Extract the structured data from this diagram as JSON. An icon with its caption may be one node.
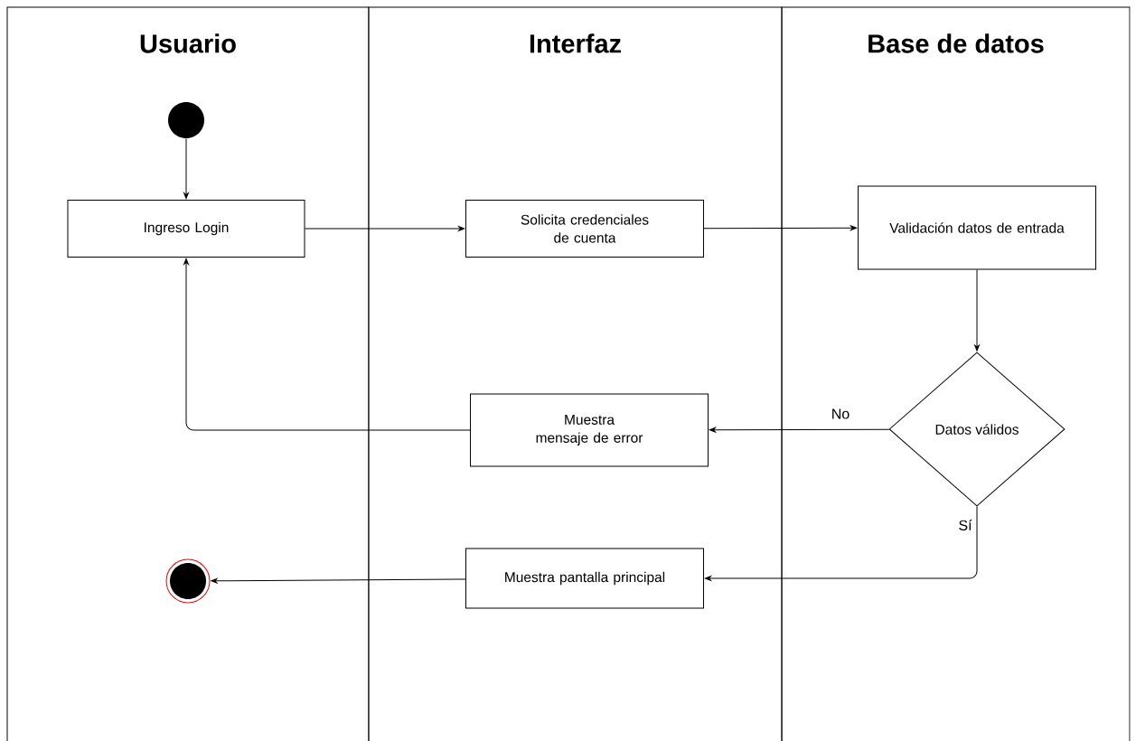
{
  "diagram": {
    "nodes": [
      {
        "text": [
          "Usuario"
        ]
      },
      {
        "text": [
          "Interfaz"
        ]
      },
      {
        "text": [
          "Base de datos"
        ]
      },
      {
        "text": [],
        "shape": "circle",
        "in": 0
      },
      {
        "text": [
          "Ingreso Login"
        ],
        "in": 0
      },
      {
        "text": [
          "Solicita credenciales de cuenta"
        ],
        "in": 1
      },
      {
        "text": [
          "Validación datos de entrada"
        ],
        "in": 2
      },
      {
        "text": [
          "Datos válidos"
        ],
        "in": 2
      },
      {
        "text": [
          "Muestra mensaje de error"
        ],
        "in": 1
      },
      {
        "text": [
          "Muestra pantalla principal"
        ],
        "in": 1
      },
      {
        "text": [],
        "shape": "circle",
        "in": 0
      }
    ],
    "edges": [
      {
        "from": 3,
        "to": 4,
        "arrow": "to"
      },
      {
        "from": 4,
        "to": 5,
        "arrow": "to"
      },
      {
        "from": 5,
        "to": 6,
        "arrow": "to"
      },
      {
        "from": 6,
        "to": 7,
        "arrow": "to"
      },
      {
        "from": 7,
        "to": 8,
        "arrow": "to",
        "label": "No"
      },
      {
        "from": 8,
        "to": 4,
        "arrow": "to"
      },
      {
        "from": 7,
        "to": 9,
        "arrow": "to",
        "label": "Sí"
      },
      {
        "from": 9,
        "to": 10,
        "arrow": "to"
      }
    ]
  }
}
